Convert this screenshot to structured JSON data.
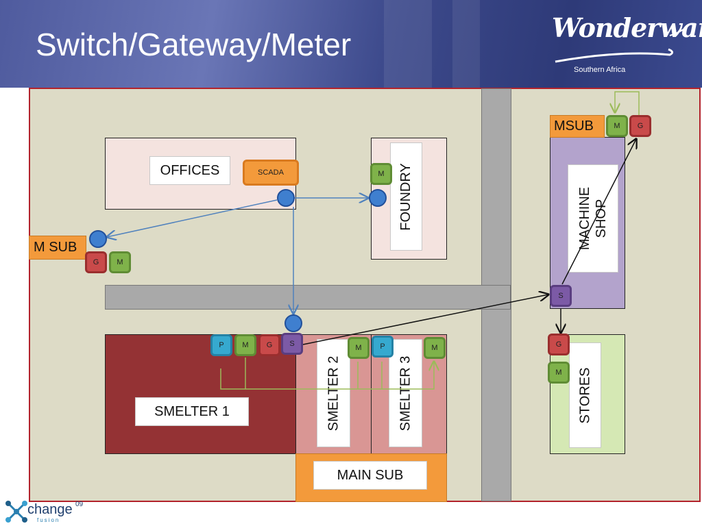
{
  "title": "Switch/Gateway/Meter",
  "brand": {
    "logo_text": "Wonderware",
    "logo_sub": "Southern Africa"
  },
  "footer": {
    "logo_text": "change",
    "logo_sup": "09",
    "logo_sub": "fusion"
  },
  "buildings": {
    "offices": "OFFICES",
    "foundry": "FOUNDRY",
    "machine_shop_line1": "MACHINE",
    "machine_shop_line2": "SHOP",
    "smelter1": "SMELTER  1",
    "smelter2": "SMELTER 2",
    "smelter3": "SMELTER 3",
    "main_sub": "MAIN SUB",
    "stores": "STORES",
    "m_sub": "M SUB",
    "msub": "MSUB"
  },
  "devices": {
    "scada": "SCADA",
    "meter": "M",
    "gateway": "G",
    "switch": "S",
    "plc": "P"
  },
  "colors": {
    "site_bg": "#dddbc6",
    "site_border": "#b2222b",
    "road": "#a9a9a9",
    "offices": "#f4e3df",
    "foundry": "#f4e3df",
    "machine_shop": "#b3a3cc",
    "smelter1": "#943234",
    "smelter23": "#d99694",
    "main_sub": "#f39a3b",
    "stores": "#d5e8b4",
    "meter": "#7fb24a",
    "gateway": "#c94a4a",
    "plc": "#36a9cf",
    "switch": "#7c5aa6",
    "scada": "#f39a3b",
    "node": "#3f7fcf",
    "link_blue": "#4f81bd",
    "link_green": "#9bbb59",
    "link_black": "#111111"
  }
}
